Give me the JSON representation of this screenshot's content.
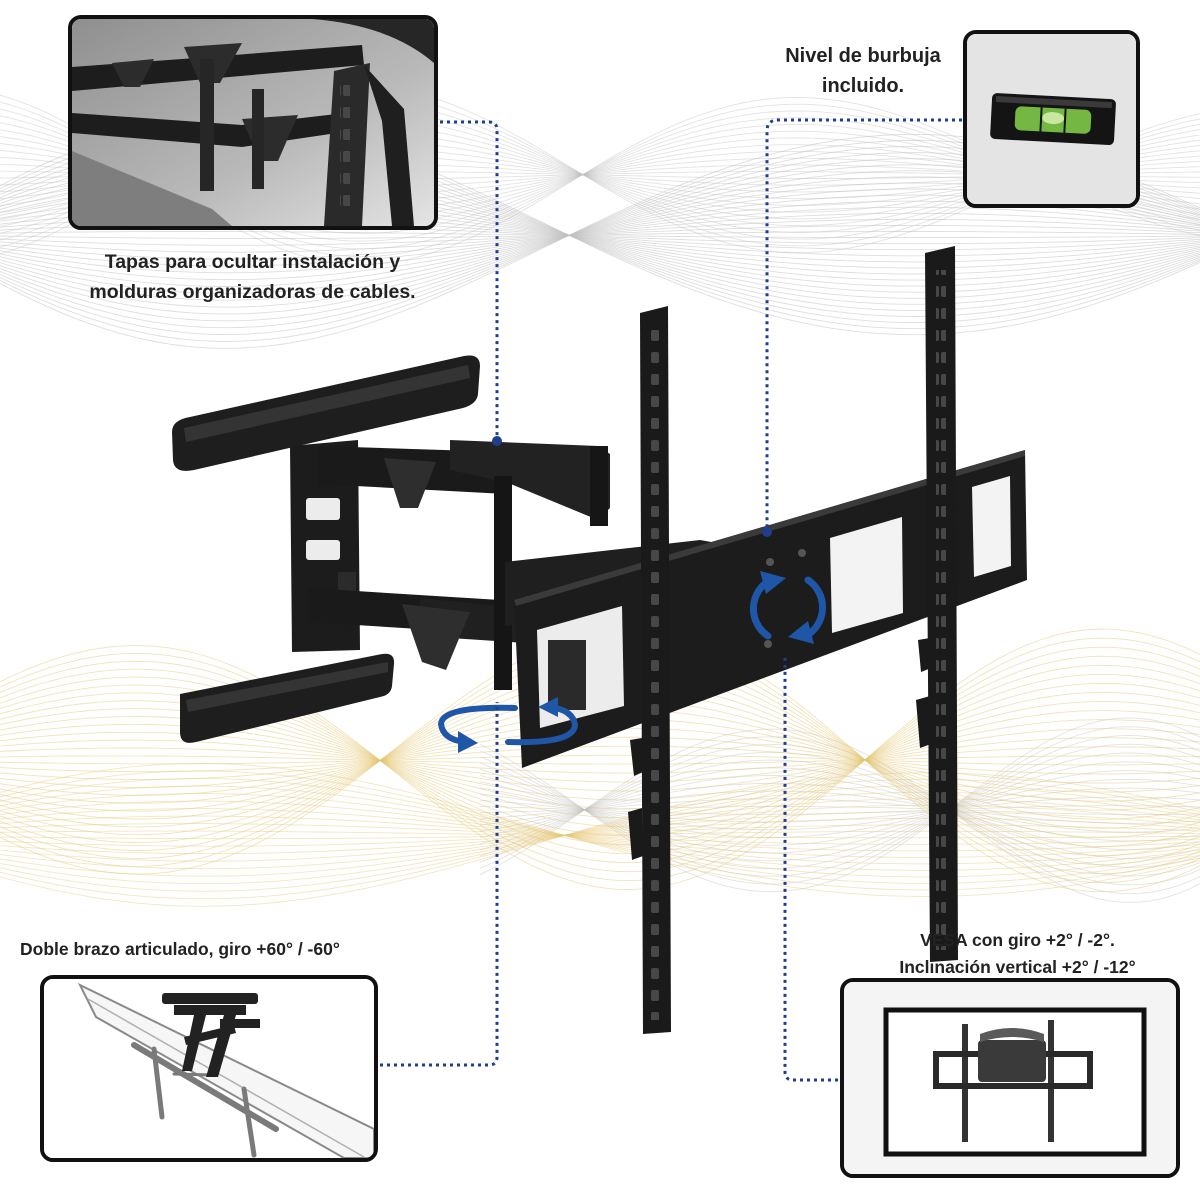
{
  "callouts": {
    "cable_covers": {
      "line1": "Tapas para ocultar instalación y",
      "line2": "molduras organizadoras de cables."
    },
    "bubble_level": {
      "line1": "Nivel de burbuja",
      "line2": "incluido."
    },
    "double_arm": {
      "text": "Doble brazo articulado, giro +60° / -60°"
    },
    "vesa": {
      "line1": "VESA con giro +2° / -2°.",
      "line2": "Inclinación vertical +2° / -12°"
    }
  },
  "icons": {
    "swivel": "horizontal-rotate-arrows-icon",
    "vesa_rotation": "circular-rotate-arrows-icon"
  },
  "colors": {
    "mount": "#1c1c1c",
    "accent_arrows": "#1f56a8",
    "leader_lines": "#1f3f8a",
    "inset_border": "#111111",
    "label_text": "#222222",
    "waves_grey": "#c2c2c2",
    "waves_gold": "#e6c873"
  }
}
